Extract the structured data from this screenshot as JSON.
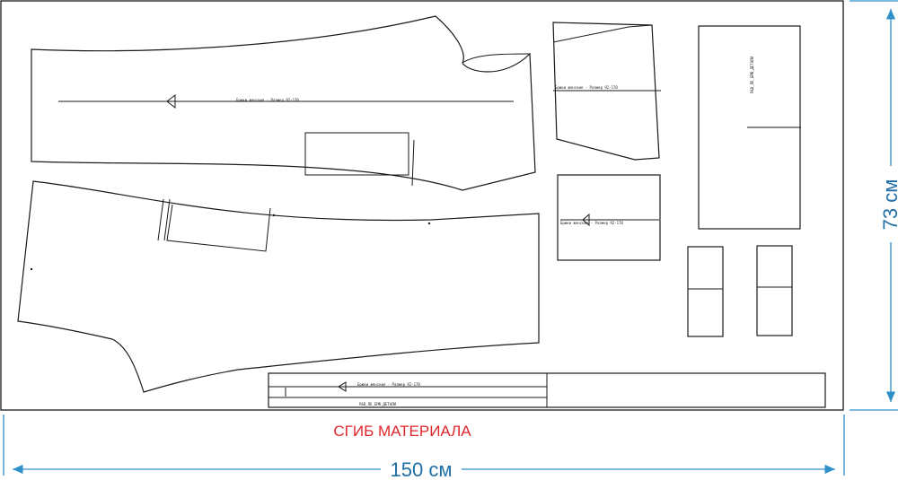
{
  "fold_label": "СГИБ МАТЕРИАЛА",
  "width_label": "150 см",
  "height_label": "73 см",
  "colors": {
    "dimension": "#2e8fc9",
    "fold_text": "#e0262b",
    "outline": "#1a1a1a"
  },
  "piece_labels": {
    "front_leg": "Брюки женские - Размер 92-170",
    "back_leg": "Брюки женские - Размер 92-170",
    "yoke": "Брюки женские - Размер 92-170",
    "waistband": "Брюки женские - Размер 92-170",
    "waistband_name": "Р&D_ЛЕ_БРЮ_ДЕТАЛИ",
    "tall_strip": "Р&D_ЛЕ_БРЮ_ДЕТАЛИ"
  }
}
